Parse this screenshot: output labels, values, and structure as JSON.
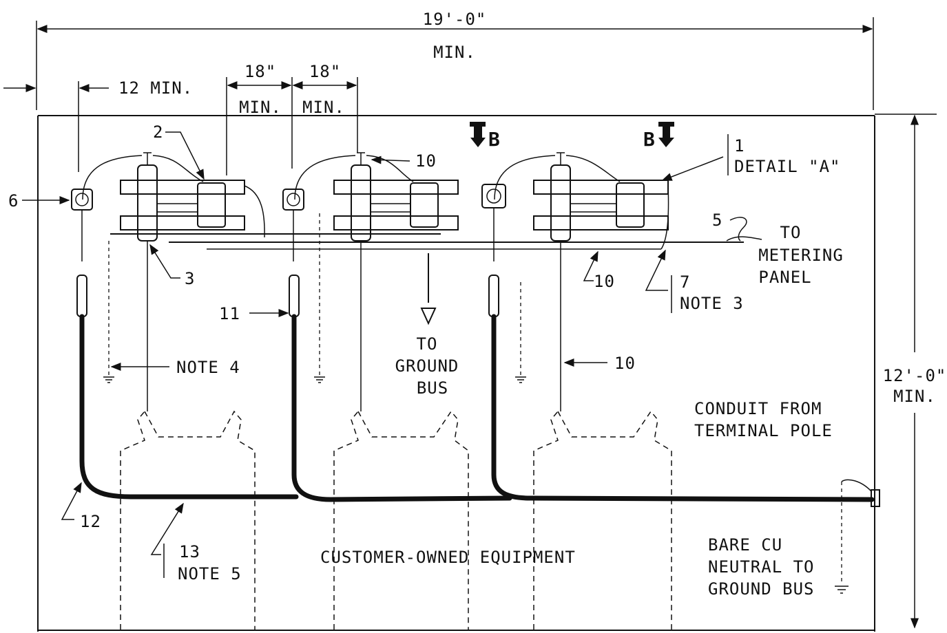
{
  "dimensions": {
    "overall_width": "19'-0\"",
    "overall_width_min": "MIN.",
    "left_clearance": "12 MIN.",
    "spacing_1": "18\"",
    "spacing_1_min": "MIN.",
    "spacing_2": "18\"",
    "spacing_2_min": "MIN.",
    "height": "12'-0\"",
    "height_min": "MIN."
  },
  "section_markers": {
    "left": "B",
    "right": "B"
  },
  "callouts": {
    "c1": "1",
    "c1_text": "DETAIL \"A\"",
    "c2": "2",
    "c3": "3",
    "c5": "5",
    "c6": "6",
    "c7": "7",
    "c7_note": "NOTE 3",
    "c10_top": "10",
    "c10_mid": "10",
    "c10_low": "10",
    "c11": "11",
    "c12": "12",
    "c13": "13",
    "c13_note": "NOTE 5",
    "note4": "NOTE 4"
  },
  "labels": {
    "metering_1": "TO",
    "metering_2": "METERING",
    "metering_3": "PANEL",
    "ground_1": "TO",
    "ground_2": "GROUND",
    "ground_3": "BUS",
    "conduit_1": "CONDUIT FROM",
    "conduit_2": "TERMINAL POLE",
    "customer": "CUSTOMER-OWNED EQUIPMENT",
    "neutral_1": "BARE CU",
    "neutral_2": "NEUTRAL TO",
    "neutral_3": "GROUND BUS"
  }
}
